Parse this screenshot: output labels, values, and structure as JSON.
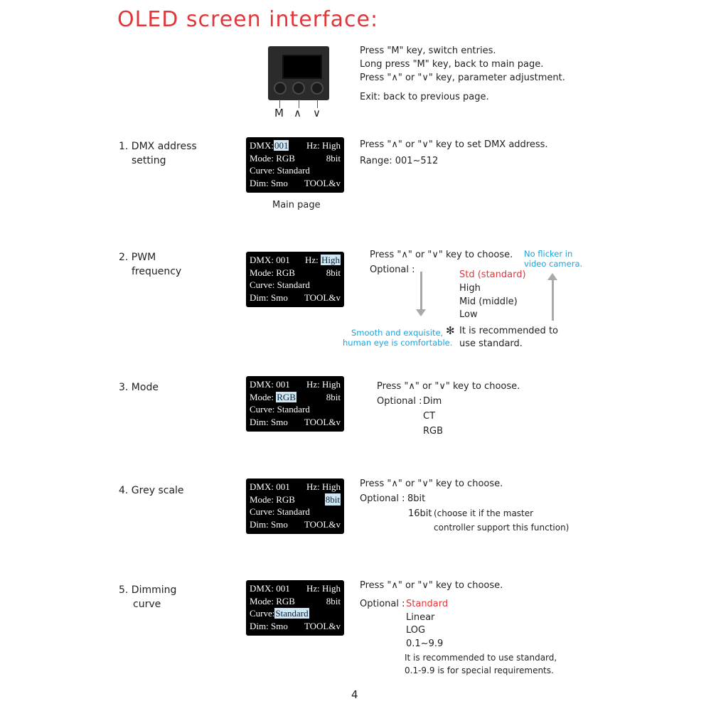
{
  "page_title": "OLED screen interface:",
  "keys": {
    "m": "M",
    "up": "∧",
    "down": "∨"
  },
  "intro": [
    "Press \"M\" key, switch entries.",
    "Long press \"M\" key, back to main page.",
    "Press \"∧\" or \"∨\" key, parameter adjustment.",
    "Exit: back to previous page."
  ],
  "sections": [
    {
      "label": [
        "1. DMX address",
        "setting"
      ],
      "screen": {
        "dmx_label": "DMX:",
        "dmx_value": "001",
        "hz_label": "Hz:",
        "hz_value": "High",
        "mode_label": "Mode:",
        "mode_value": "RGB",
        "bit_value": "8bit",
        "curve_label": "Curve:",
        "curve_value": "Standard",
        "dim_label": "Dim:",
        "dim_value": "Smo",
        "tool": "TOOL&v"
      },
      "caption": "Main page",
      "desc": [
        "Press \"∧\" or \"∨\" key to set DMX address.",
        "Range: 001~512"
      ]
    },
    {
      "label": [
        "2. PWM",
        "frequency"
      ],
      "screen": {
        "dmx_label": "DMX:",
        "dmx_value": "001",
        "hz_label": "Hz:",
        "hz_value": "High",
        "mode_label": "Mode:",
        "mode_value": "RGB",
        "bit_value": "8bit",
        "curve_label": "Curve:",
        "curve_value": "Standard",
        "dim_label": "Dim:",
        "dim_value": "Smo",
        "tool": "TOOL&v"
      },
      "desc": [
        "Press \"∧\" or \"∨\" key to choose."
      ],
      "optional_label": "Optional :",
      "options": [
        "Std (standard)",
        "High",
        "Mid (middle)",
        "Low"
      ],
      "note_mark": "✻",
      "note": [
        "It is recommended to",
        "use standard."
      ],
      "note_left": [
        "Smooth and exquisite,",
        "human eye is comfortable."
      ],
      "note_right": [
        "No flicker in",
        "video camera."
      ]
    },
    {
      "label": [
        "3. Mode"
      ],
      "screen": {
        "dmx_label": "DMX:",
        "dmx_value": "001",
        "hz_label": "Hz:",
        "hz_value": "High",
        "mode_label": "Mode:",
        "mode_value": "RGB",
        "bit_value": "8bit",
        "curve_label": "Curve:",
        "curve_value": "Standard",
        "dim_label": "Dim:",
        "dim_value": "Smo",
        "tool": "TOOL&v"
      },
      "desc": [
        "Press \"∧\" or \"∨\" key to choose."
      ],
      "optional_label": "Optional :",
      "options": [
        "Dim",
        "CT",
        "RGB"
      ]
    },
    {
      "label": [
        "4. Grey scale"
      ],
      "screen": {
        "dmx_label": "DMX:",
        "dmx_value": "001",
        "hz_label": "Hz:",
        "hz_value": "High",
        "mode_label": "Mode:",
        "mode_value": "RGB",
        "bit_value": "8bit",
        "curve_label": "Curve:",
        "curve_value": "Standard",
        "dim_label": "Dim:",
        "dim_value": "Smo",
        "tool": "TOOL&v"
      },
      "desc": [
        "Press \"∧\" or \"∨\" key to choose."
      ],
      "optional_label": "Optional :",
      "options": [
        "8bit",
        "16bit"
      ],
      "option_note": [
        "(choose it if the master",
        "controller support this function)"
      ]
    },
    {
      "label": [
        "5. Dimming",
        "curve"
      ],
      "screen": {
        "dmx_label": "DMX:",
        "dmx_value": "001",
        "hz_label": "Hz:",
        "hz_value": "High",
        "mode_label": "Mode:",
        "mode_value": "RGB",
        "bit_value": "8bit",
        "curve_label": "Curve:",
        "curve_value": "Standard",
        "dim_label": "Dim:",
        "dim_value": "Smo",
        "tool": "TOOL&v"
      },
      "desc": [
        "Press \"∧\" or \"∨\" key to choose."
      ],
      "optional_label": "Optional :",
      "options": [
        "Standard",
        "Linear",
        "LOG",
        "0.1~9.9"
      ],
      "note": [
        "It is recommended to use standard,",
        "0.1-9.9 is for special requirements."
      ]
    }
  ],
  "page_number": "4",
  "colors": {
    "accent_red": "#e0373a",
    "note_blue": "#1aa2dc",
    "highlight": "#cfe6f5"
  }
}
